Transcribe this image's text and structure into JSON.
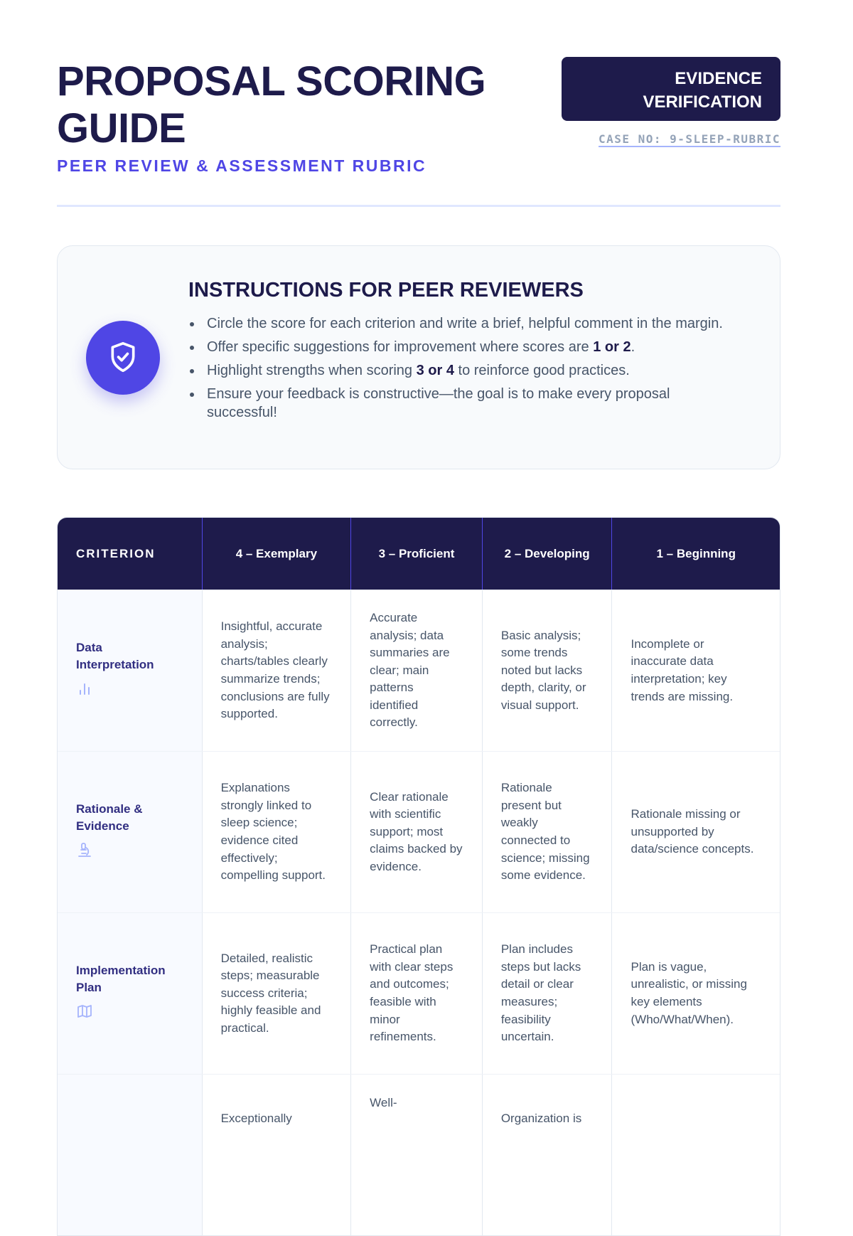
{
  "header": {
    "title": "PROPOSAL SCORING GUIDE",
    "subtitle": "PEER REVIEW & ASSESSMENT RUBRIC",
    "badge": "EVIDENCE VERIFICATION",
    "case_no": "CASE NO: 9-SLEEP-RUBRIC"
  },
  "instructions": {
    "title": "INSTRUCTIONS FOR PEER REVIEWERS",
    "items": [
      {
        "text": "Circle the score for each criterion and write a brief, helpful comment in the margin."
      },
      {
        "pre": "Offer specific suggestions for improvement where scores are ",
        "bold": "1 or 2",
        "post": "."
      },
      {
        "pre": "Highlight strengths when scoring ",
        "bold": "3 or 4",
        "post": " to reinforce good practices."
      },
      {
        "text": "Ensure your feedback is constructive—the goal is to make every proposal successful!"
      }
    ]
  },
  "table": {
    "headers": [
      "CRITERION",
      "4 – Exemplary",
      "3 – Proficient",
      "2 – Developing",
      "1 – Beginning"
    ],
    "rows": [
      {
        "criterion": "Data Interpretation",
        "icon": "bar-chart-icon",
        "cells": [
          "Insightful, accurate analysis; charts/tables clearly summarize trends; conclusions are fully supported.",
          "Accurate analysis; data summaries are clear; main patterns identified correctly.",
          "Basic analysis; some trends noted but lacks depth, clarity, or visual support.",
          "Incomplete or inaccurate data interpretation; key trends are missing."
        ]
      },
      {
        "criterion": "Rationale & Evidence",
        "icon": "microscope-icon",
        "cells": [
          "Explanations strongly linked to sleep science; evidence cited effectively; compelling support.",
          "Clear rationale with scientific support; most claims backed by evidence.",
          "Rationale present but weakly connected to science; missing some evidence.",
          "Rationale missing or unsupported by data/science concepts."
        ]
      },
      {
        "criterion": "Implementation Plan",
        "icon": "map-icon",
        "cells": [
          "Detailed, realistic steps; measurable success criteria; highly feasible and practical.",
          "Practical plan with clear steps and outcomes; feasible with minor refinements.",
          "Plan includes steps but lacks detail or clear measures; feasibility uncertain.",
          "Plan is vague, unrealistic, or missing key elements (Who/What/When)."
        ]
      },
      {
        "criterion": "",
        "cells": [
          "Exceptionally",
          "Well-",
          "Organization is",
          ""
        ]
      }
    ]
  }
}
